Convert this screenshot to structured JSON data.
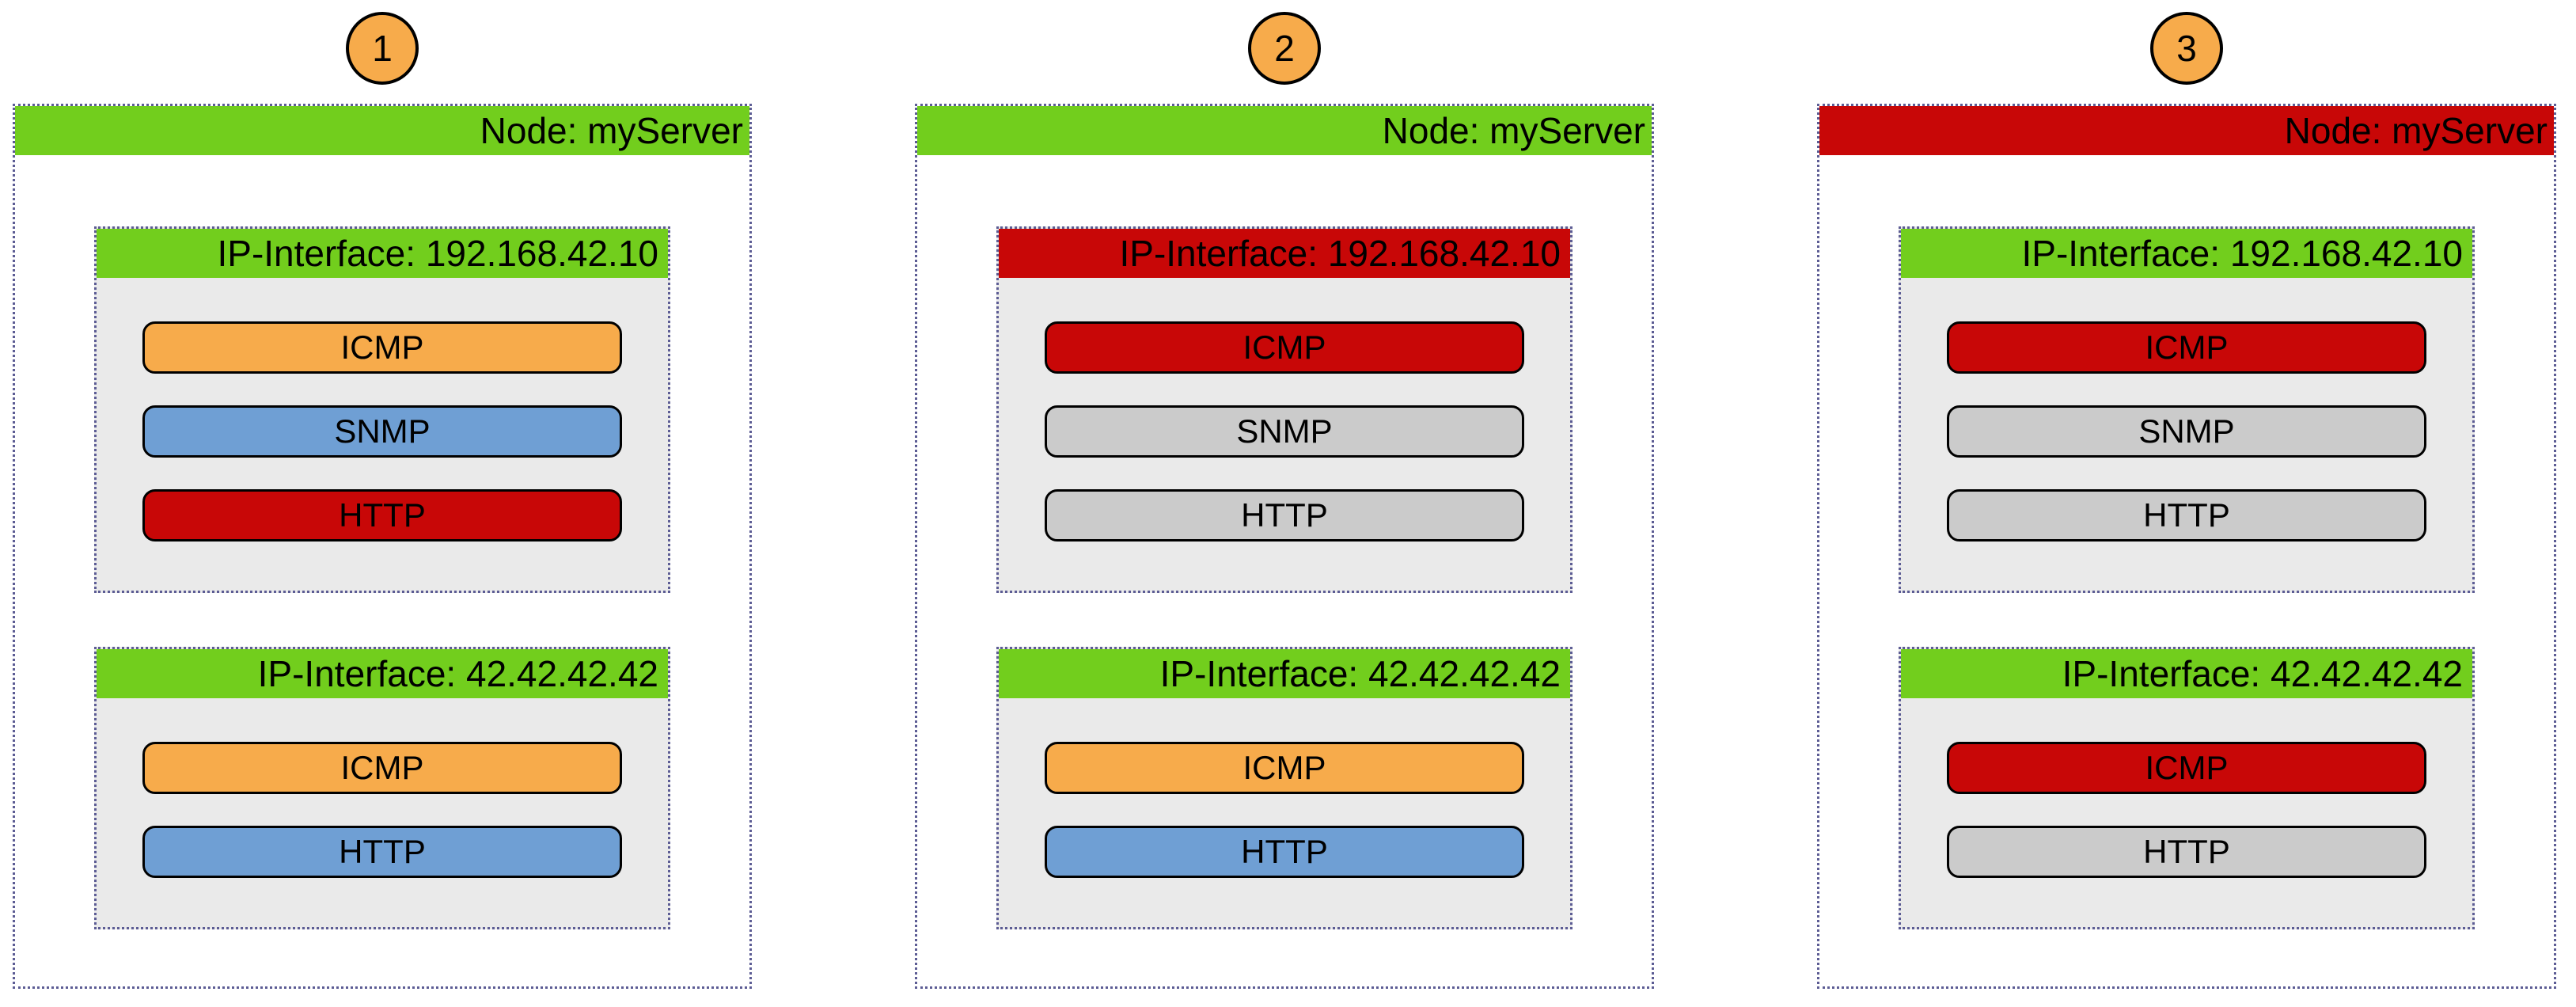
{
  "colors": {
    "green": "#72CE1D",
    "red": "#C80707",
    "orange": "#F7AB4B",
    "blue": "#6F9FD4",
    "gray": "#CBCBCB",
    "panel": "#EAEAEA",
    "dotted": "#5C5C94"
  },
  "diagrams": [
    {
      "step": "1",
      "node": {
        "label": "Node: myServer",
        "color": "green",
        "interfaces": [
          {
            "label": "IP-Interface: 192.168.42.10",
            "color": "green",
            "services": [
              {
                "label": "ICMP",
                "color": "orange"
              },
              {
                "label": "SNMP",
                "color": "blue"
              },
              {
                "label": "HTTP",
                "color": "red"
              }
            ]
          },
          {
            "label": "IP-Interface: 42.42.42.42",
            "color": "green",
            "services": [
              {
                "label": "ICMP",
                "color": "orange"
              },
              {
                "label": "HTTP",
                "color": "blue"
              }
            ]
          }
        ]
      }
    },
    {
      "step": "2",
      "node": {
        "label": "Node: myServer",
        "color": "green",
        "interfaces": [
          {
            "label": "IP-Interface: 192.168.42.10",
            "color": "red",
            "services": [
              {
                "label": "ICMP",
                "color": "red"
              },
              {
                "label": "SNMP",
                "color": "gray"
              },
              {
                "label": "HTTP",
                "color": "gray"
              }
            ]
          },
          {
            "label": "IP-Interface: 42.42.42.42",
            "color": "green",
            "services": [
              {
                "label": "ICMP",
                "color": "orange"
              },
              {
                "label": "HTTP",
                "color": "blue"
              }
            ]
          }
        ]
      }
    },
    {
      "step": "3",
      "node": {
        "label": "Node: myServer",
        "color": "red",
        "interfaces": [
          {
            "label": "IP-Interface: 192.168.42.10",
            "color": "green",
            "services": [
              {
                "label": "ICMP",
                "color": "red"
              },
              {
                "label": "SNMP",
                "color": "gray"
              },
              {
                "label": "HTTP",
                "color": "gray"
              }
            ]
          },
          {
            "label": "IP-Interface: 42.42.42.42",
            "color": "green",
            "services": [
              {
                "label": "ICMP",
                "color": "red"
              },
              {
                "label": "HTTP",
                "color": "gray"
              }
            ]
          }
        ]
      }
    }
  ]
}
